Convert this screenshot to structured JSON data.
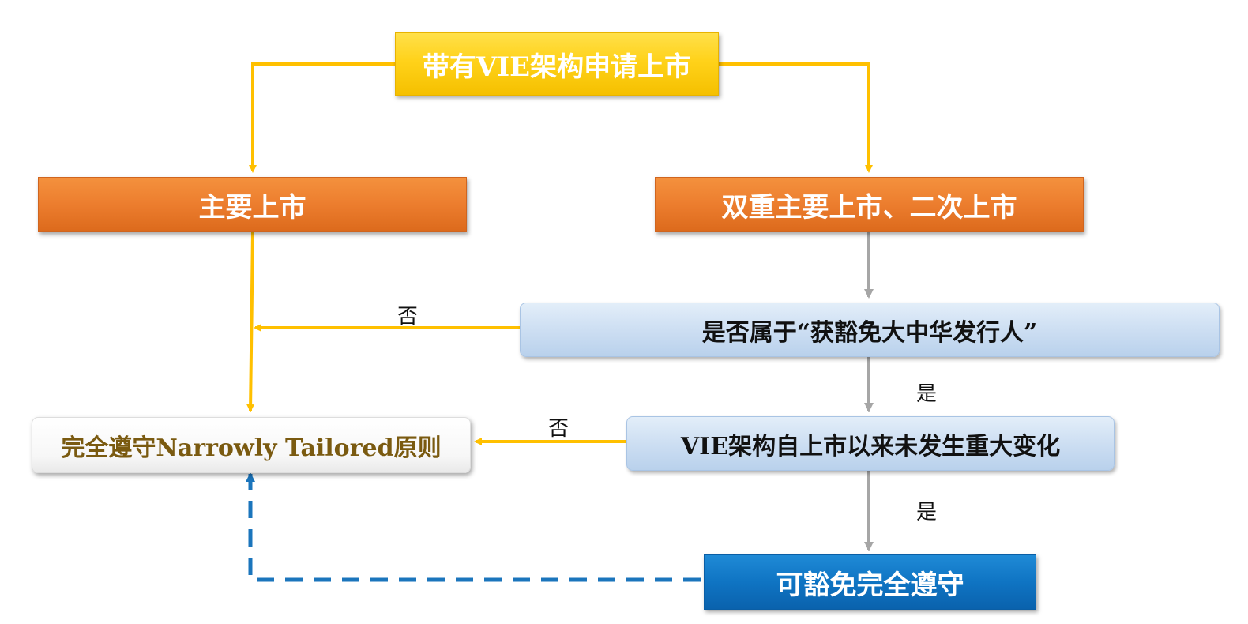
{
  "nodes": {
    "apply": "带有VIE架构申请上市",
    "primary": "主要上市",
    "dual_secondary": "双重主要上市、二次上市",
    "is_exempt_greater_china": "是否属于“获豁免大中华发行人”",
    "vie_unchanged": "VIE架构自上市以来未发生重大变化",
    "full_compliance": "完全遵守Narrowly Tailored原则",
    "exempt_full_compliance": "可豁免完全遵守"
  },
  "edge_labels": {
    "no_1": "否",
    "yes_1": "是",
    "no_2": "否",
    "yes_2": "是"
  },
  "colors": {
    "gold_arrow": "#ffc000",
    "gray_arrow": "#a6a6a6",
    "blue_dashed": "#1b75bc"
  }
}
